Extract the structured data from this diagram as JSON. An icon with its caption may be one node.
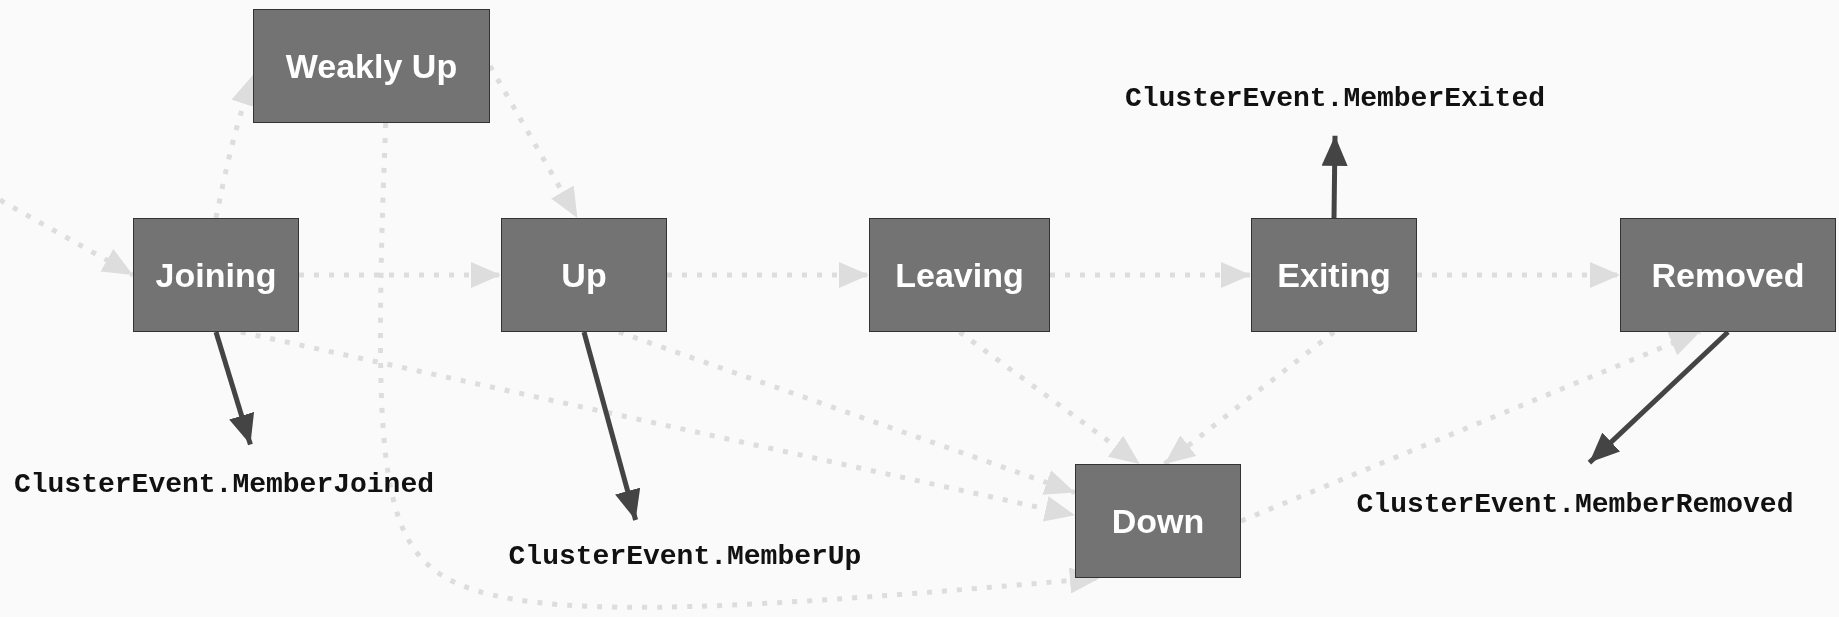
{
  "diagram": {
    "nodes": [
      {
        "text": [
          "Weakly Up"
        ]
      },
      {
        "text": [
          "ClusterEvent.MemberExited"
        ]
      },
      {
        "text": [
          "Joining"
        ]
      },
      {
        "text": [
          "Up"
        ]
      },
      {
        "text": [
          "Leaving"
        ]
      },
      {
        "text": [
          "Exiting"
        ]
      },
      {
        "text": [
          "Removed"
        ]
      },
      {
        "text": [
          "Down"
        ]
      },
      {
        "text": [
          "ClusterEvent.MemberJoined"
        ]
      },
      {
        "text": [
          "ClusterEvent.MemberRemoved"
        ]
      },
      {
        "text": [
          "ClusterEvent.MemberUp"
        ]
      }
    ],
    "edges": [
      {
        "from": null,
        "to": 2,
        "arrow": "to",
        "style": "dashed"
      },
      {
        "from": 2,
        "to": 0,
        "arrow": "to",
        "style": "dashed"
      },
      {
        "from": 0,
        "to": 3,
        "arrow": "to",
        "style": "dashed"
      },
      {
        "from": 2,
        "to": 3,
        "arrow": "to",
        "style": "dashed"
      },
      {
        "from": 3,
        "to": 4,
        "arrow": "to",
        "style": "dashed"
      },
      {
        "from": 4,
        "to": 5,
        "arrow": "to",
        "style": "dashed"
      },
      {
        "from": 5,
        "to": 6,
        "arrow": "to",
        "style": "dashed"
      },
      {
        "from": 2,
        "to": 7,
        "arrow": "to",
        "style": "dashed"
      },
      {
        "from": 3,
        "to": 7,
        "arrow": "to",
        "style": "dashed"
      },
      {
        "from": 4,
        "to": 7,
        "arrow": "to",
        "style": "dashed"
      },
      {
        "from": 5,
        "to": 7,
        "arrow": "to",
        "style": "dashed"
      },
      {
        "from": 7,
        "to": 6,
        "arrow": "to",
        "style": "dashed"
      },
      {
        "from": 0,
        "to": 7,
        "arrow": "to",
        "style": "dashed"
      },
      {
        "from": 2,
        "to": 8,
        "arrow": "to",
        "color": "#444444"
      },
      {
        "from": 3,
        "to": 10,
        "arrow": "to",
        "color": "#444444"
      },
      {
        "from": 5,
        "to": 1,
        "arrow": "to",
        "color": "#444444"
      },
      {
        "from": 6,
        "to": 9,
        "arrow": "to",
        "color": "#444444"
      }
    ]
  }
}
